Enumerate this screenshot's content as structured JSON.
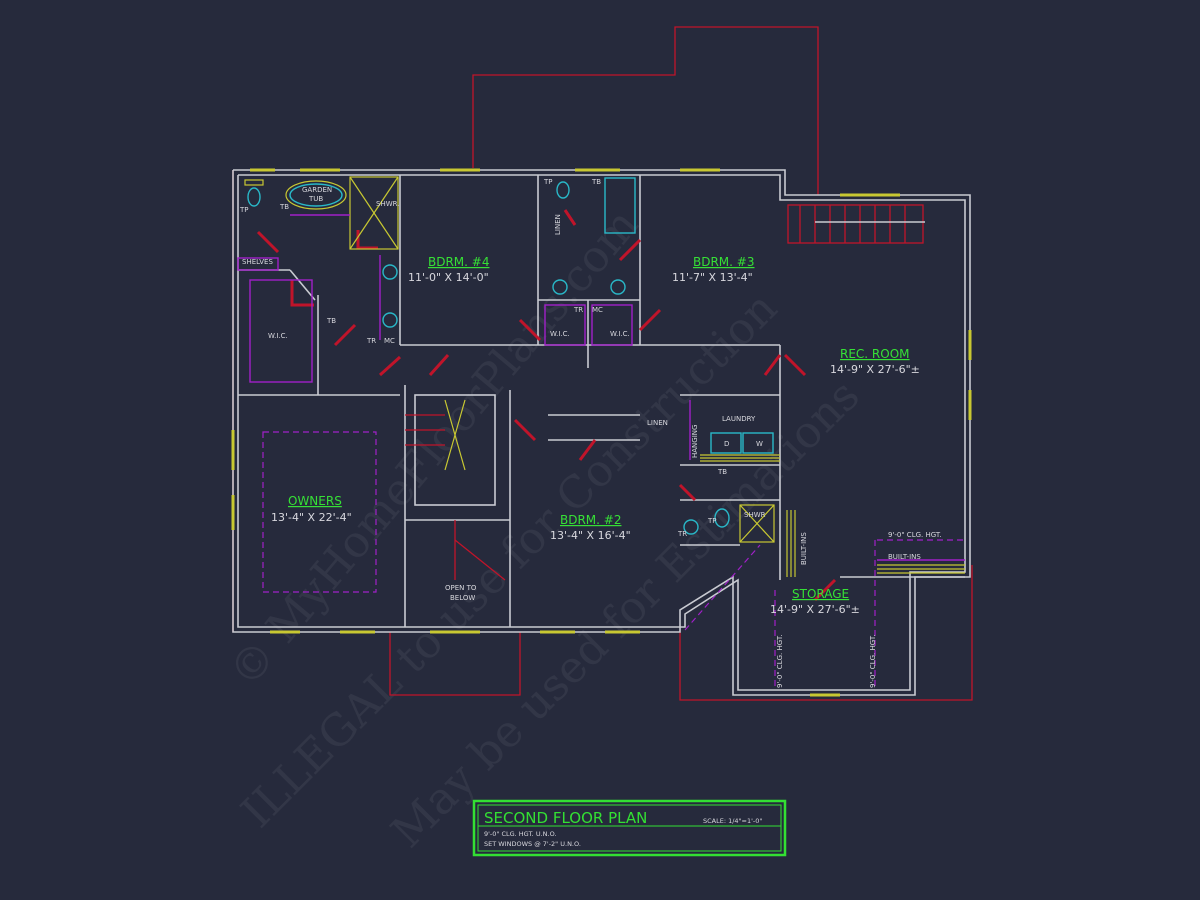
{
  "title_block": {
    "title": "SECOND FLOOR PLAN",
    "scale": "SCALE: 1/4\"=1'-0\"",
    "note1": "9'-0\" CLG. HGT. U.N.O.",
    "note2": "SET WINDOWS @ 7'-2\" U.N.O.",
    "border_color": "#33e033"
  },
  "watermark": [
    "© MyHomeFloorPlans.com",
    "ILLEGAL to use for Construction",
    "May be used for Estimations"
  ],
  "rooms": {
    "owners": {
      "name": "OWNERS",
      "size": "13'-4\" X 22'-4\""
    },
    "bdrm4": {
      "name": "BDRM. #4",
      "size": "11'-0\" X 14'-0\""
    },
    "bdrm3": {
      "name": "BDRM. #3",
      "size": "11'-7\" X 13'-4\""
    },
    "bdrm2": {
      "name": "BDRM. #2",
      "size": "13'-4\" X 16'-4\""
    },
    "rec": {
      "name": "REC. ROOM",
      "size": "14'-9\" X 27'-6\"±"
    },
    "storage": {
      "name": "STORAGE",
      "size": "14'-9\" X 27'-6\"±"
    }
  },
  "labels": {
    "garden_tub_1": "GARDEN",
    "garden_tub_2": "TUB",
    "shwr": "SHWR.",
    "tp": "TP",
    "tb": "TB",
    "shelves": "SHELVES",
    "wic": "W.I.C.",
    "tr": "TR",
    "mc": "MC",
    "linen": "LINEN",
    "laundry": "LAUNDRY",
    "hanging": "HANGING",
    "dryer": "D",
    "washer": "W",
    "shwr2": "SHWR",
    "built_ins": "BUILT-INS",
    "clg": "9'-0\" CLG. HGT.",
    "open1": "OPEN TO",
    "open2": "BELOW"
  },
  "colors": {
    "background": "#262a3c",
    "walls": "#c9cbd2",
    "doors": "#c0142a",
    "room_labels": "#36e036"
  }
}
